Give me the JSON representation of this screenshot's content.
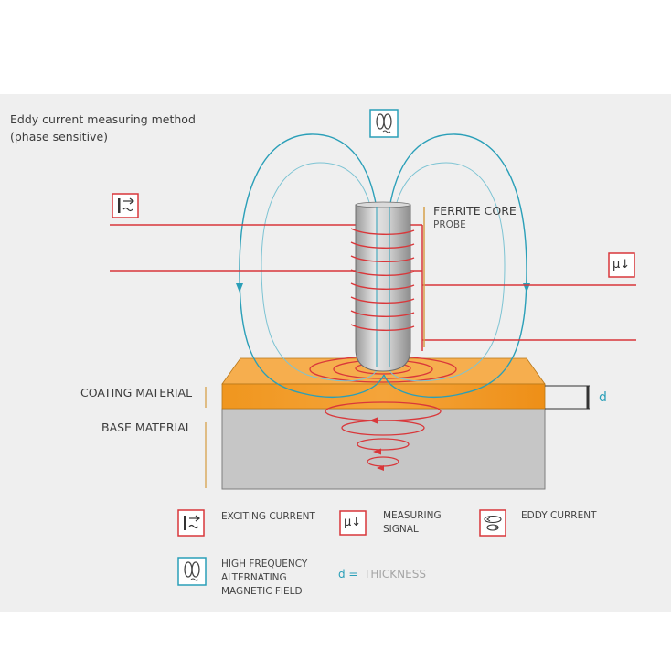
{
  "title": {
    "line1": "Eddy current measuring method",
    "line2": "(phase sensitive)"
  },
  "labels": {
    "ferrite_core": "FERRITE CORE",
    "probe": "PROBE",
    "coating_material": "COATING MATERIAL",
    "base_material": "BASE MATERIAL",
    "thickness_symbol": "d"
  },
  "legend": {
    "exciting_current": "EXCITING CURRENT",
    "measuring_signal_line1": "MEASURING",
    "measuring_signal_line2": "SIGNAL",
    "eddy_current": "EDDY CURRENT",
    "hf_line1": "HIGH FREQUENCY",
    "hf_line2": "ALTERNATING",
    "hf_line3": "MAGNETIC FIELD",
    "d_symbol": "d =",
    "d_meaning": "THICKNESS"
  },
  "symbols": {
    "mu_arrow": "μ↓"
  },
  "colors": {
    "red": "#d9373a",
    "cyan": "#2a9fb8",
    "coating": "#f0961e",
    "base": "#c6c6c6",
    "panel": "#efefef",
    "ochre": "#d6a04a"
  },
  "icons": [
    "exciting-current-icon",
    "measuring-signal-icon",
    "eddy-current-icon",
    "magnetic-field-icon"
  ]
}
